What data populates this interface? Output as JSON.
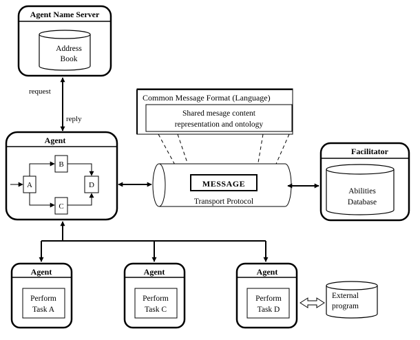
{
  "name_server": {
    "title": "Agent Name Server",
    "book_line1": "Address",
    "book_line2": "Book"
  },
  "links": {
    "request": "request",
    "reply": "reply"
  },
  "message_format": {
    "title": "Common Message Format (Language)",
    "content_line1": "Shared mesage content",
    "content_line2": "representation and  ontology"
  },
  "main_agent": {
    "title": "Agent",
    "nodes": {
      "a": "A",
      "b": "B",
      "c": "C",
      "d": "D"
    }
  },
  "transport": {
    "message": "MESSAGE",
    "protocol": "Transport Protocol"
  },
  "facilitator": {
    "title": "Facilitator",
    "db_line1": "Abilities",
    "db_line2": "Database"
  },
  "sub_agents": [
    {
      "title": "Agent",
      "task_line1": "Perform",
      "task_line2": "Task A"
    },
    {
      "title": "Agent",
      "task_line1": "Perform",
      "task_line2": "Task C"
    },
    {
      "title": "Agent",
      "task_line1": "Perform",
      "task_line2": "Task D"
    }
  ],
  "external": {
    "line1": "External",
    "line2": "program"
  }
}
